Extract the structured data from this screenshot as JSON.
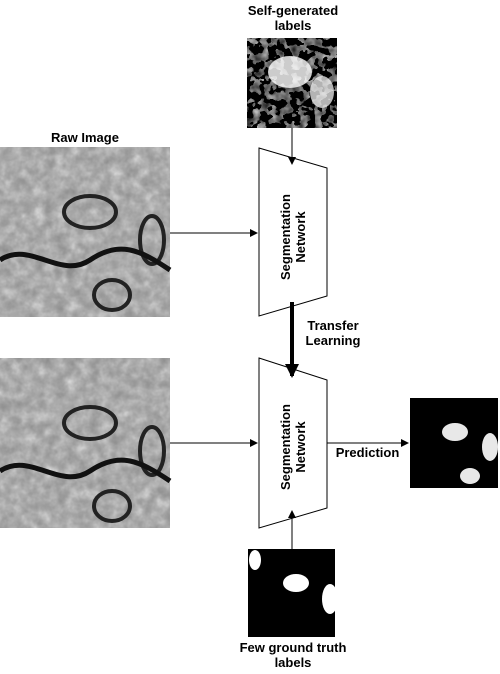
{
  "labels": {
    "self_generated": "Self-generated labels",
    "raw_image": "Raw Image",
    "network_top": "Segmentation Network",
    "network_bottom": "Segmentation Network",
    "transfer": "Transfer Learning",
    "prediction": "Prediction",
    "few_gt": "Few ground truth labels"
  }
}
